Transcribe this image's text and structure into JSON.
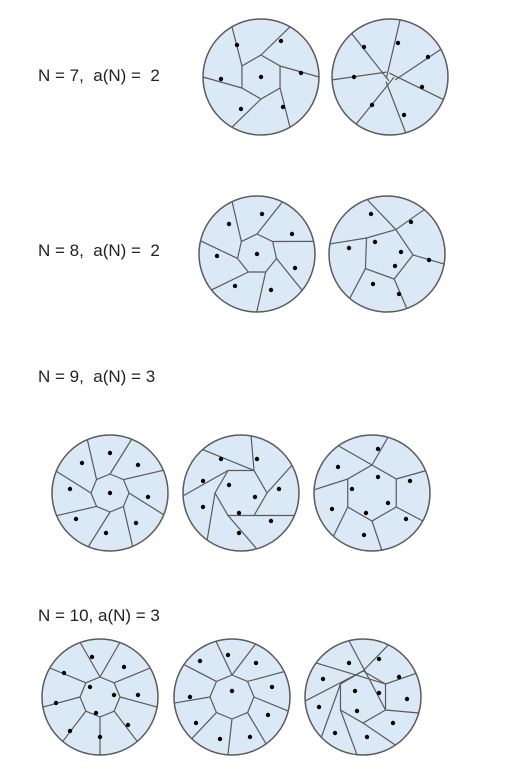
{
  "rows": [
    {
      "label": "N = 7,  a(N) =  2",
      "n": 7,
      "count": 2
    },
    {
      "label": "N = 8,  a(N) =  2",
      "n": 8,
      "count": 2
    },
    {
      "label": "N = 9,  a(N) = 3",
      "n": 9,
      "count": 3
    },
    {
      "label": "N = 10, a(N) = 3",
      "n": 10,
      "count": 3
    }
  ],
  "colors": {
    "fill": "#dbe9f7",
    "stroke": "#5a5a5a",
    "dot": "#000000"
  }
}
